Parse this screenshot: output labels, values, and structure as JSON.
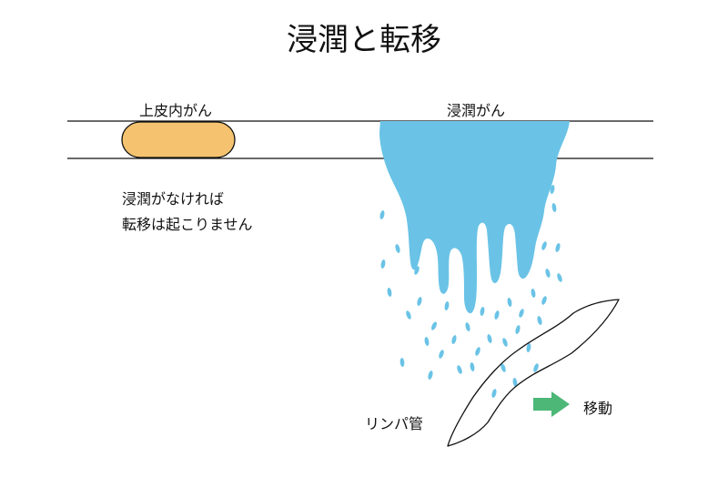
{
  "title": "浸潤と転移",
  "labels": {
    "in_situ": "上皮内がん",
    "invasive": "浸潤がん",
    "note_line1": "浸潤がなければ",
    "note_line2": "転移は起こりません",
    "lymph": "リンパ管",
    "move": "移動"
  },
  "colors": {
    "in_situ_fill": "#f5c36f",
    "cancer_blue": "#6ac3e6",
    "arrow_green": "#4cb777",
    "line": "#111111"
  }
}
